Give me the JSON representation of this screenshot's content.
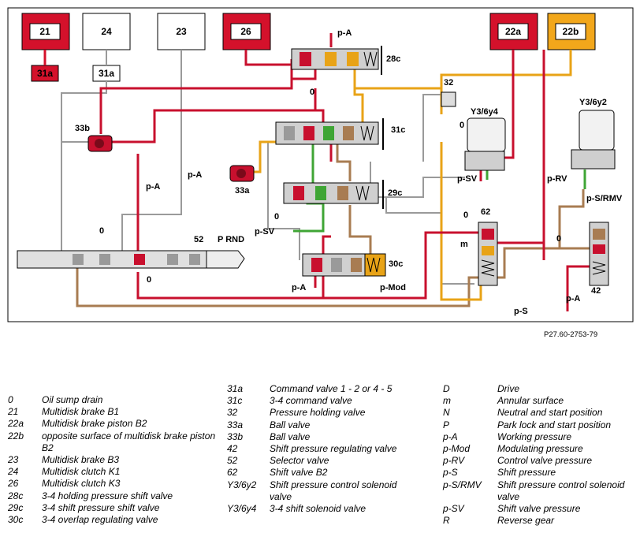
{
  "diagram": {
    "boxes": {
      "b21": "21",
      "b31a_left": "31a",
      "b24": "24",
      "b31a_mid": "31a",
      "b23": "23",
      "b26": "26",
      "b22a": "22a",
      "b22b": "22b"
    },
    "labels": {
      "pA_top": "p-A",
      "c28c": "28c",
      "zero_top": "0",
      "c32": "32",
      "zero_32": "0",
      "y36y4": "Y3/6y4",
      "y36y2": "Y3/6y2",
      "c33b": "33b",
      "c31c": "31c",
      "pA_left": "p-A",
      "c33a": "33a",
      "pA_vert": "p-A",
      "c29c": "29c",
      "zero_29c": "0",
      "pSV_left": "p-SV",
      "pSV_right": "p-SV",
      "pRV": "p-RV",
      "pSRMV": "p-S/RMV",
      "zero_62": "0",
      "c62": "62",
      "m": "m",
      "zero_right": "0",
      "zero_left_up": "0",
      "c52": "52",
      "prnd": "P RND",
      "zero_bottom": "0",
      "c30c": "30c",
      "pA_bottom": "p-A",
      "pMod": "p-Mod",
      "pA_right": "p-A",
      "c42": "42",
      "pS": "p-S"
    },
    "reference": "P27.60-2753-79"
  },
  "legend": {
    "col1": [
      {
        "key": "0",
        "text": "Oil sump drain"
      },
      {
        "key": "21",
        "text": "Multidisk brake B1"
      },
      {
        "key": "22a",
        "text": "Multidisk brake piston B2"
      },
      {
        "key": "22b",
        "text": "opposite surface of multidisk brake piston B2"
      },
      {
        "key": "23",
        "text": "Multidisk brake B3"
      },
      {
        "key": "24",
        "text": "Multidisk clutch K1"
      },
      {
        "key": "26",
        "text": "Multidisk clutch K3"
      },
      {
        "key": "28c",
        "text": "3-4 holding pressure shift valve"
      },
      {
        "key": "29c",
        "text": "3-4 shift pressure shift valve"
      },
      {
        "key": "30c",
        "text": "3-4 overlap regulating valve"
      }
    ],
    "col2": [
      {
        "key": "31a",
        "text": "Command valve 1 - 2 or 4 - 5"
      },
      {
        "key": "31c",
        "text": "3-4 command valve"
      },
      {
        "key": "32",
        "text": "Pressure holding valve"
      },
      {
        "key": "33a",
        "text": "Ball valve"
      },
      {
        "key": "33b",
        "text": "Ball valve"
      },
      {
        "key": "42",
        "text": "Shift pressure regulating valve"
      },
      {
        "key": "52",
        "text": "Selector valve"
      },
      {
        "key": "62",
        "text": "Shift valve B2"
      },
      {
        "key": "Y3/6y2",
        "text": "Shift pressure control solenoid valve"
      },
      {
        "key": "Y3/6y4",
        "text": "3-4 shift solenoid valve"
      }
    ],
    "col3": [
      {
        "key": "D",
        "text": "Drive"
      },
      {
        "key": "m",
        "text": "Annular surface"
      },
      {
        "key": "N",
        "text": "Neutral and start position"
      },
      {
        "key": "P",
        "text": "Park lock and start position"
      },
      {
        "key": "p-A",
        "text": "Working pressure"
      },
      {
        "key": "p-Mod",
        "text": "Modulating pressure"
      },
      {
        "key": "p-RV",
        "text": "Control valve pressure"
      },
      {
        "key": "p-S",
        "text": "Shift pressure"
      },
      {
        "key": "p-S/RMV",
        "text": "Shift pressure control solenoid valve"
      },
      {
        "key": "p-SV",
        "text": "Shift valve pressure"
      },
      {
        "key": "R",
        "text": "Reverse gear"
      }
    ]
  },
  "colors": {
    "red": "#c8102e",
    "orange": "#e8a317",
    "brown": "#a87c52",
    "green": "#3fa535",
    "gray": "#9a9a9a",
    "box_red": "#d4112b",
    "box_orange": "#f2a71b"
  }
}
